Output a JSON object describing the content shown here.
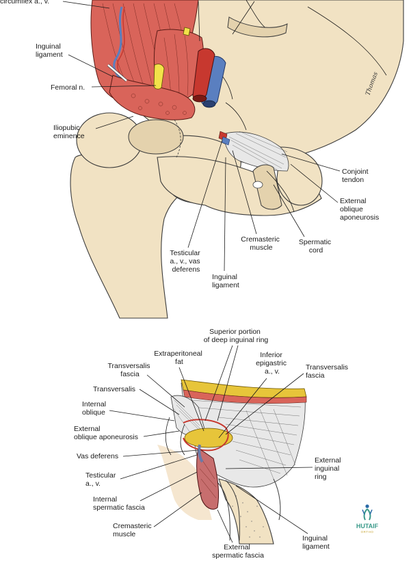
{
  "top_figure": {
    "labels": {
      "circumflex": "circumflex a., v.",
      "inguinal_ligament_left": [
        "Inguinal",
        "ligament"
      ],
      "femoral_nerve": "Femoral n.",
      "iliopubic": [
        "Iliopubic",
        "eminence"
      ],
      "conjoint": [
        "Conjoint",
        "tendon"
      ],
      "external_oblique": [
        "External",
        "oblique",
        "aponeurosis"
      ],
      "spermatic_cord": [
        "Spermatic",
        "cord"
      ],
      "cremasteric": [
        "Cremasteric",
        "muscle"
      ],
      "testicular": [
        "Testicular",
        "a., v., vas",
        "deferens"
      ],
      "inguinal_ligament_bottom": [
        "Inguinal",
        "ligament"
      ]
    },
    "signature": "Thomas"
  },
  "bottom_figure": {
    "labels": {
      "superior_portion": [
        "Superior portion",
        "of deep inguinal ring"
      ],
      "extraperitoneal": [
        "Extraperitoneal",
        "fat"
      ],
      "inferior_epigastric": [
        "Inferior",
        "epigastric",
        "a., v."
      ],
      "transversalis_fascia_left": [
        "Transversalis",
        "fascia"
      ],
      "transversalis_fascia_right": [
        "Transversalis",
        "fascia"
      ],
      "transversalis": "Transversalis",
      "internal_oblique": [
        "Internal",
        "oblique"
      ],
      "external_oblique": [
        "External",
        "oblique aponeurosis"
      ],
      "vas_deferens": "Vas deferens",
      "testicular": [
        "Testicular",
        "a., v."
      ],
      "internal_spermatic": [
        "Internal",
        "spermatic fascia"
      ],
      "external_ring": [
        "External",
        "inguinal",
        "ring"
      ],
      "cremasteric": [
        "Cremasteric",
        "muscle"
      ],
      "external_spermatic": [
        "External",
        "spermatic fascia"
      ],
      "inguinal_ligament": [
        "Inguinal",
        "ligament"
      ]
    }
  },
  "logo": {
    "name": "HUTAIF",
    "sub": "ORTHO"
  }
}
